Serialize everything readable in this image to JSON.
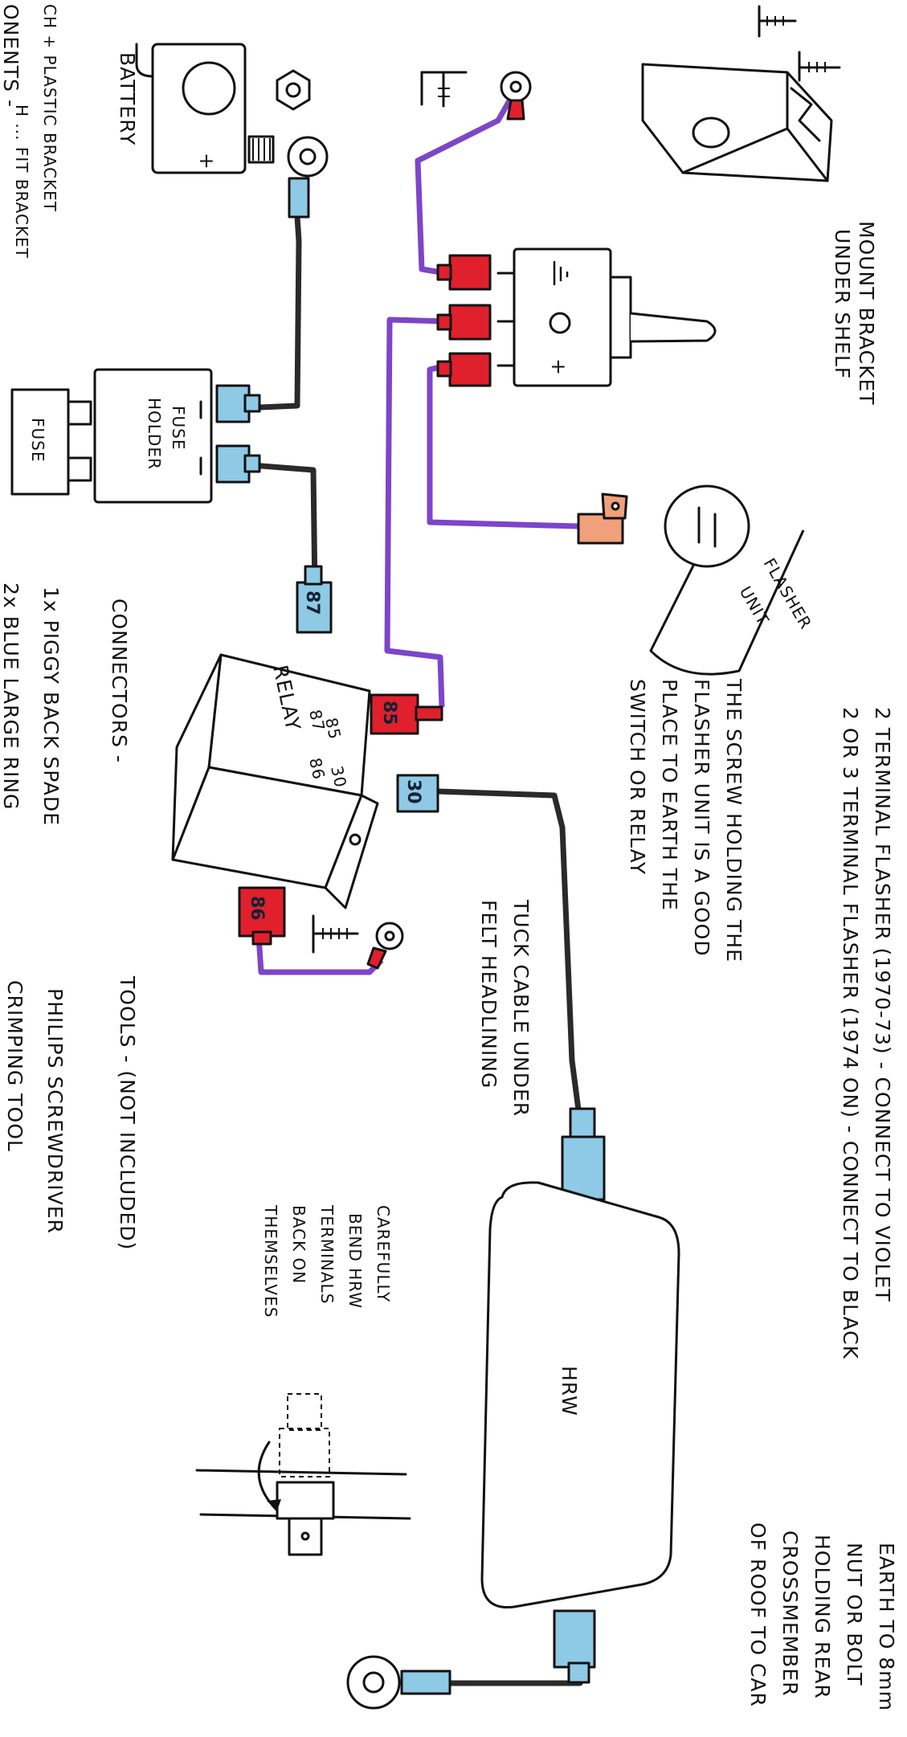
{
  "labels": {
    "components_heading": "ONENTS -",
    "components_line1": "CH + PLASTIC BRACKET",
    "components_line2": "H ... FIT BRACKET",
    "battery": "BATTERY",
    "battery_plus": "+",
    "mount_bracket_line1": "MOUNT BRACKET",
    "mount_bracket_line2": "UNDER SHELF",
    "switch_plus": "+",
    "fuse_holder_line1": "FUSE",
    "fuse_holder_line2": "HOLDER",
    "fuse": "FUSE",
    "flasher_unit_line1": "FLASHER",
    "flasher_unit_line2": "UNIT",
    "relay": "RELAY",
    "hrw": "HRW"
  },
  "terminals": {
    "t87": "87",
    "t85": "85",
    "t30": "30",
    "t86": "86",
    "relay_85": "85",
    "relay_87": "87",
    "relay_86": "86",
    "relay_30": "30"
  },
  "notes": {
    "flasher_2term": "2 TERMINAL FLASHER (1970-73) - CONNECT TO VIOLET",
    "flasher_3term": "2 OR 3 TERMINAL FLASHER (1974 ON) - CONNECT TO BLACK",
    "screw_line1": "THE SCREW HOLDING THE",
    "screw_line2": "FLASHER UNIT IS A GOOD",
    "screw_line3": "PLACE TO EARTH THE",
    "screw_line4": "SWITCH OR RELAY",
    "tuck_line1": "TUCK CABLE UNDER",
    "tuck_line2": "FELT HEADLINING",
    "connectors_heading": "CONNECTORS -",
    "connectors_line1": "1x PIGGY BACK SPADE",
    "connectors_line2": "2x BLUE LARGE RING",
    "tools_heading": "TOOLS - (NOT INCLUDED)",
    "tools_line1": "PHILIPS SCREWDRIVER",
    "tools_line2": "CRIMPING TOOL",
    "bend_line1": "CAREFULLY",
    "bend_line2": "BEND HRW",
    "bend_line3": "TERMINALS",
    "bend_line4": "BACK ON",
    "bend_line5": "THEMSELVES",
    "earth_line1": "EARTH TO 8mm",
    "earth_line2": "NUT OR BOLT",
    "earth_line3": "HOLDING REAR",
    "earth_line4": "CROSSMEMBER",
    "earth_line5": "OF ROOF TO CAR"
  },
  "colors": {
    "violet_wire": "#7d45c9",
    "black_wire": "#2a2a2a",
    "red_terminal": "#e0202c",
    "blue_terminal": "#8ec9e6",
    "orange_terminal": "#f0a07a"
  }
}
